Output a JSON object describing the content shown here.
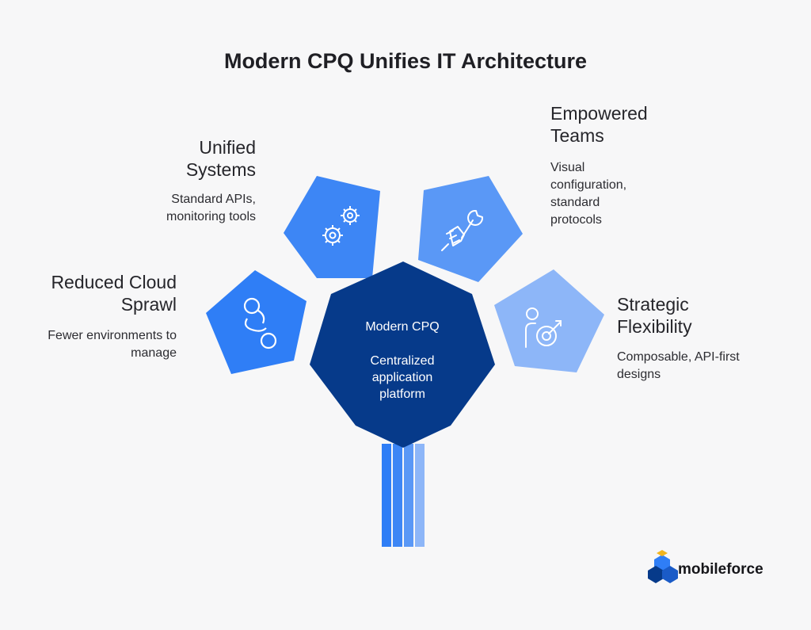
{
  "title": "Modern CPQ Unifies IT Architecture",
  "center": {
    "heading": "Modern CPQ",
    "description": "Centralized application platform",
    "color": "#063a8a"
  },
  "nodes": [
    {
      "id": "cloud-sprawl",
      "title": "Reduced Cloud Sprawl",
      "description": "Fewer environments to manage",
      "icon": "connected-circles-icon",
      "color": "#2f7ef6"
    },
    {
      "id": "unified-systems",
      "title": "Unified Systems",
      "description": "Standard APIs, monitoring tools",
      "icon": "gears-icon",
      "color": "#3d86f5"
    },
    {
      "id": "empowered-teams",
      "title": "Empowered Teams",
      "description": "Visual configuration, standard protocols",
      "icon": "hand-wrench-icon",
      "color": "#5a98f6"
    },
    {
      "id": "strategic-flexibility",
      "title": "Strategic Flexibility",
      "description": "Composable, API-first designs",
      "icon": "person-target-icon",
      "color": "#8db6f8"
    }
  ],
  "logo": {
    "name": "mobileforce",
    "icon": "mobileforce-logo-icon"
  }
}
